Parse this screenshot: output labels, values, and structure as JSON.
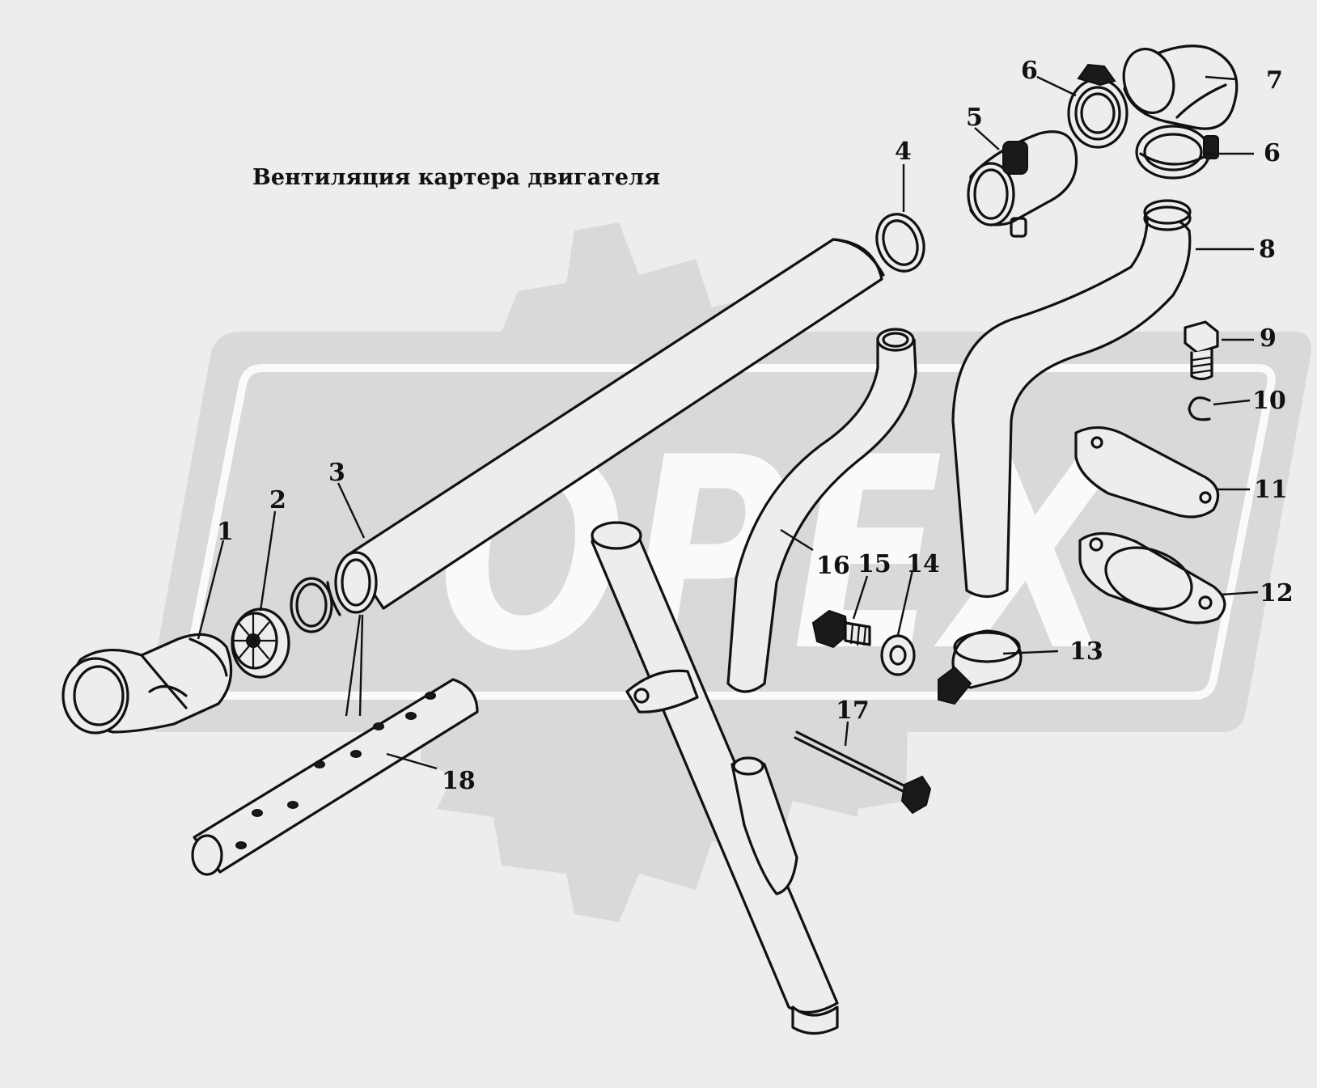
{
  "diagram": {
    "title": "Вентиляция картера двигателя",
    "watermark_text": "OPEX",
    "callouts": [
      "1",
      "2",
      "3",
      "4",
      "5",
      "6",
      "6",
      "7",
      "8",
      "9",
      "10",
      "11",
      "12",
      "13",
      "14",
      "15",
      "16",
      "17",
      "18"
    ]
  }
}
